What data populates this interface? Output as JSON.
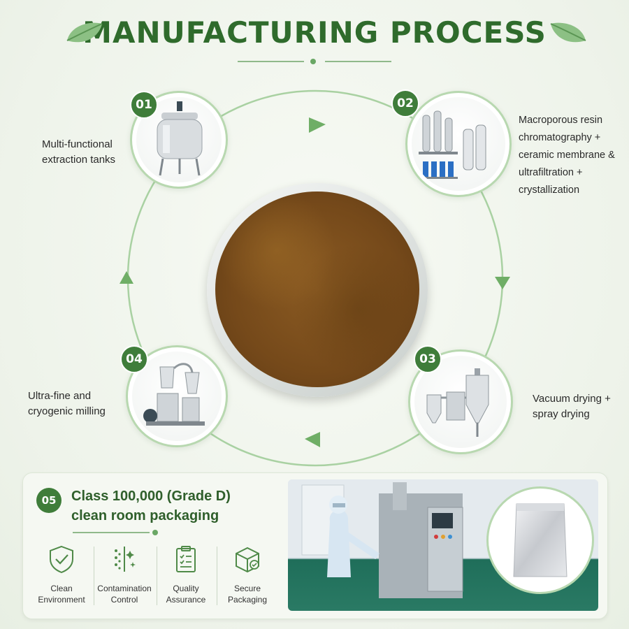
{
  "title": "MANUFACTURING PROCESS",
  "steps": [
    {
      "number": "01",
      "text": [
        "Multi-functional",
        "extraction tanks"
      ]
    },
    {
      "number": "02",
      "text": [
        "Macroporous resin",
        "chromatography +",
        "ceramic membrane &",
        "ultrafiltration +",
        "crystallization"
      ]
    },
    {
      "number": "03",
      "text": [
        "Vacuum drying +",
        "spray drying"
      ]
    },
    {
      "number": "04",
      "text": [
        "Ultra-fine and",
        "cryogenic milling"
      ]
    }
  ],
  "packaging": {
    "number": "05",
    "title": [
      "Class 100,000 (Grade D)",
      "clean room packaging"
    ],
    "features": [
      {
        "icon": "shield-check-icon",
        "label": [
          "Clean",
          "Environment"
        ]
      },
      {
        "icon": "sparkle-filter-icon",
        "label": [
          "Contamination",
          "Control"
        ]
      },
      {
        "icon": "clipboard-check-icon",
        "label": [
          "Quality",
          "Assurance"
        ]
      },
      {
        "icon": "package-box-icon",
        "label": [
          "Secure",
          "Packaging"
        ]
      }
    ]
  },
  "colors": {
    "accent": "#3f7d3a",
    "title": "#2f6b2c",
    "ring": "#9cc896",
    "powder": "#7a4c1c"
  }
}
